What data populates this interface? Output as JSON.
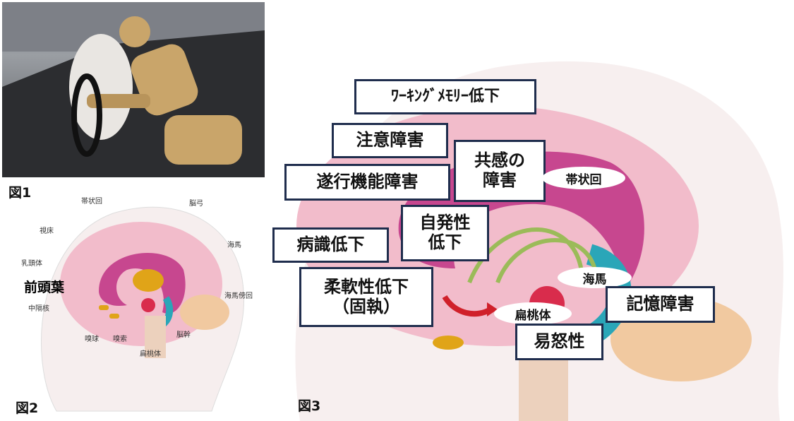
{
  "figures": {
    "fig1": {
      "label": "図1"
    },
    "fig2": {
      "label": "図2",
      "labels": {
        "cingulate": "帯状回",
        "fornix": "脳弓",
        "thalamus": "視床",
        "hippocampus": "海馬",
        "mammillary": "乳頭体",
        "frontal": "前頭葉",
        "parahippocampal": "海馬傍回",
        "septal": "中隔核",
        "olfactory_bulb": "嗅球",
        "olfactory_tract": "嗅索",
        "amygdala": "扁桃体",
        "brainstem": "脳幹"
      }
    },
    "fig3": {
      "label": "図3",
      "boxes": {
        "working_memory": "ﾜｰｷﾝｸﾞﾒﾓﾘｰ低下",
        "attention": "注意障害",
        "executive": "遂行機能障害",
        "empathy_1": "共感の",
        "empathy_2": "障害",
        "spontaneity_1": "自発性",
        "spontaneity_2": "低下",
        "insight": "病識低下",
        "flexibility_1": "柔軟性低下",
        "flexibility_2": "（固執）",
        "memory": "記憶障害",
        "irritability": "易怒性"
      },
      "regions": {
        "cingulate": "帯状回",
        "hippocampus": "海馬",
        "amygdala": "扁桃体"
      }
    }
  },
  "colors": {
    "box_border": "#1f2d4d",
    "cortex": "#f2bccb",
    "limbic": "#c7478f",
    "arrow": "#d0202a"
  }
}
